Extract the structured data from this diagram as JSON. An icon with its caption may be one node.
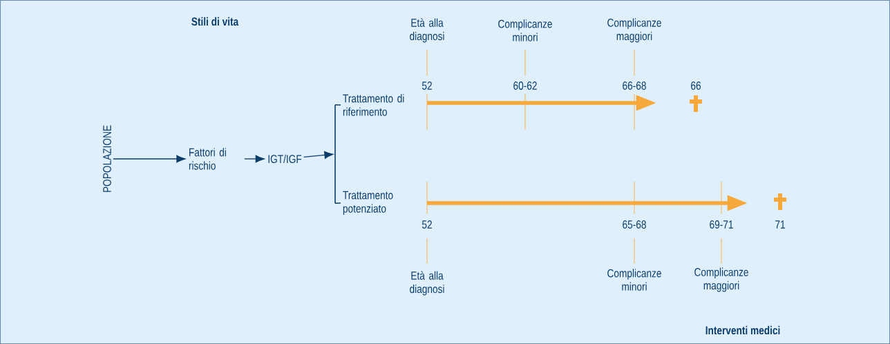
{
  "diagram": {
    "nodes": [
      {
        "text": [
          "POPOLAZIONE"
        ]
      },
      {
        "text": [
          "Fattori di rischio"
        ]
      },
      {
        "text": [
          "IGT/IGF"
        ]
      },
      {
        "text": [],
        "shape": "bracket"
      },
      {
        "text": [
          "Trattamento di riferimento"
        ]
      },
      {
        "text": [
          "Trattamento potenziato"
        ]
      }
    ],
    "edges": [
      {
        "from": 0,
        "to": 1,
        "arrow": "to"
      },
      {
        "from": 1,
        "to": 2,
        "arrow": "to"
      },
      {
        "from": 2,
        "to": 3,
        "arrow": "to"
      },
      {
        "from": 3,
        "to": 4,
        "arrow": "none"
      },
      {
        "from": 3,
        "to": 5,
        "arrow": "none"
      }
    ],
    "labels": [
      "Stili di vita",
      "Età alla diagnosi",
      "Complicanze minori",
      "Complicanze maggiori",
      "52",
      "60-62",
      "66-68",
      "66",
      "52",
      "65-68",
      "69-71",
      "71",
      "Età alla diagnosi",
      "Complicanze minori",
      "Complicanze maggiori",
      "Interventi medici"
    ]
  }
}
